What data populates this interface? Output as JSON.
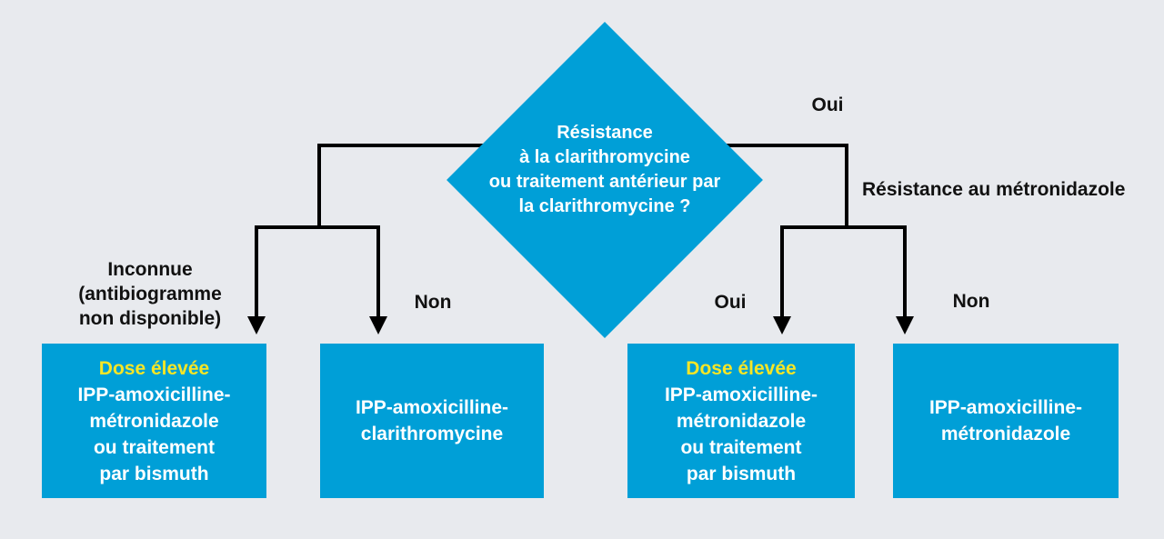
{
  "colors": {
    "background": "#e8eaee",
    "accent": "#009fd7",
    "highlight": "#f7e626",
    "line": "#000000",
    "box_text": "#ffffff",
    "label_text": "#111111"
  },
  "diamond": {
    "question": "Résistance\nà la clarithromycine\nou traitement antérieur par\nla clarithromycine ?"
  },
  "branch_labels": {
    "oui_top": "Oui",
    "resistance_metronidazole": "Résistance au métronidazole",
    "inconnue": "Inconnue\n(antibiogramme\nnon disponible)",
    "non_left": "Non",
    "oui_mid": "Oui",
    "non_right": "Non"
  },
  "boxes": [
    {
      "highlight": "Dose élevée",
      "text": "IPP-amoxicilline-\nmétronidazole\nou traitement\npar bismuth"
    },
    {
      "highlight": "",
      "text": "IPP-amoxicilline-\nclarithromycine"
    },
    {
      "highlight": "Dose élevée",
      "text": "IPP-amoxicilline-\nmétronidazole\nou traitement\npar bismuth"
    },
    {
      "highlight": "",
      "text": "IPP-amoxicilline-\nmétronidazole"
    }
  ]
}
